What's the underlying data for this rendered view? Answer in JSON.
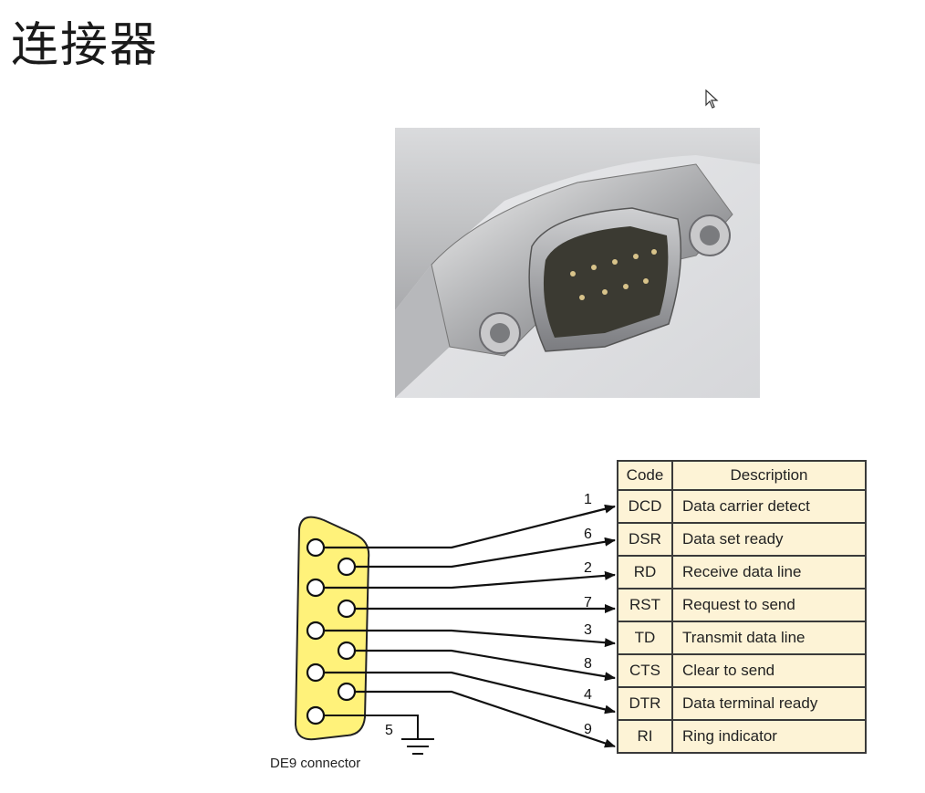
{
  "title": "连接器",
  "photo": {
    "alt": "DE9 male connector photo"
  },
  "diagram": {
    "connector_label": "DE9 connector",
    "ground_pin": "5",
    "table_headers": {
      "code": "Code",
      "description": "Description"
    },
    "rows": [
      {
        "pin": "1",
        "code": "DCD",
        "description": "Data carrier detect"
      },
      {
        "pin": "6",
        "code": "DSR",
        "description": "Data set ready"
      },
      {
        "pin": "2",
        "code": "RD",
        "description": "Receive data line"
      },
      {
        "pin": "7",
        "code": "RST",
        "description": "Request to send"
      },
      {
        "pin": "3",
        "code": "TD",
        "description": "Transmit data line"
      },
      {
        "pin": "8",
        "code": "CTS",
        "description": "Clear to send"
      },
      {
        "pin": "4",
        "code": "DTR",
        "description": "Data terminal ready"
      },
      {
        "pin": "9",
        "code": "RI",
        "description": "Ring indicator"
      }
    ]
  }
}
